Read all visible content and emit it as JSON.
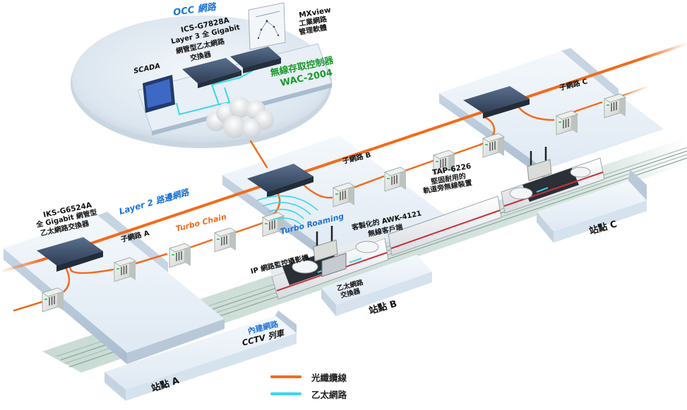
{
  "colors": {
    "fiber": "#f26b1d",
    "ethernet": "#38d9e8",
    "occ_label": "#1c74d9",
    "wireless_controller_label": "#1a9a2a",
    "layer2_label": "#1c74d9",
    "turbo_chain_label": "#f26b1d",
    "turbo_roaming_label": "#1c74d9",
    "cctv_label_top": "#1c74d9",
    "platform": "#e9f1f8",
    "switch_body": "#3d4f6a"
  },
  "occ": {
    "title": "OCC 網路",
    "scada_label": "SCADA",
    "core_switch": {
      "model": "ICS-G7828A",
      "line1": "Layer 3 全 Gigabit",
      "line2": "網管型乙太網路",
      "line3": "交換器"
    },
    "mxview": {
      "line1": "MXview",
      "line2": "工業網路",
      "line3": "管理軟體"
    },
    "wireless_controller": {
      "line1": "無線存取控制器",
      "line2": "WAC-2004"
    }
  },
  "backbone": {
    "edge_switch": {
      "model": "IKS-G6524A",
      "line1": "全 Gigabit 網管型",
      "line2": "乙太網路交換器"
    },
    "layer2_label": "Layer 2 路邊網路",
    "turbo_chain_label": "Turbo Chain",
    "subnets": [
      "子網路 A",
      "子網路 B",
      "子網路 C"
    ]
  },
  "wireless": {
    "turbo_roaming_label": "Turbo Roaming",
    "tap": {
      "model": "TAP-6226",
      "line1": "堅固耐用的",
      "line2": "軌道旁無線裝置"
    },
    "awk": {
      "line1": "客製化的 AWK-4121",
      "line2": "無線客戶端"
    }
  },
  "train": {
    "ip_camera_label": "IP 網路監控攝影機",
    "ethernet_switch": {
      "line1": "乙太網路",
      "line2": "交換器"
    },
    "cctv": {
      "line1": "內建網路",
      "line2": "CCTV 列車"
    }
  },
  "stations": [
    "站點 A",
    "站點 B",
    "站點 C"
  ],
  "legend": [
    {
      "label": "光纖纜線",
      "color": "#f26b1d"
    },
    {
      "label": "乙太網路",
      "color": "#38d9e8"
    }
  ]
}
